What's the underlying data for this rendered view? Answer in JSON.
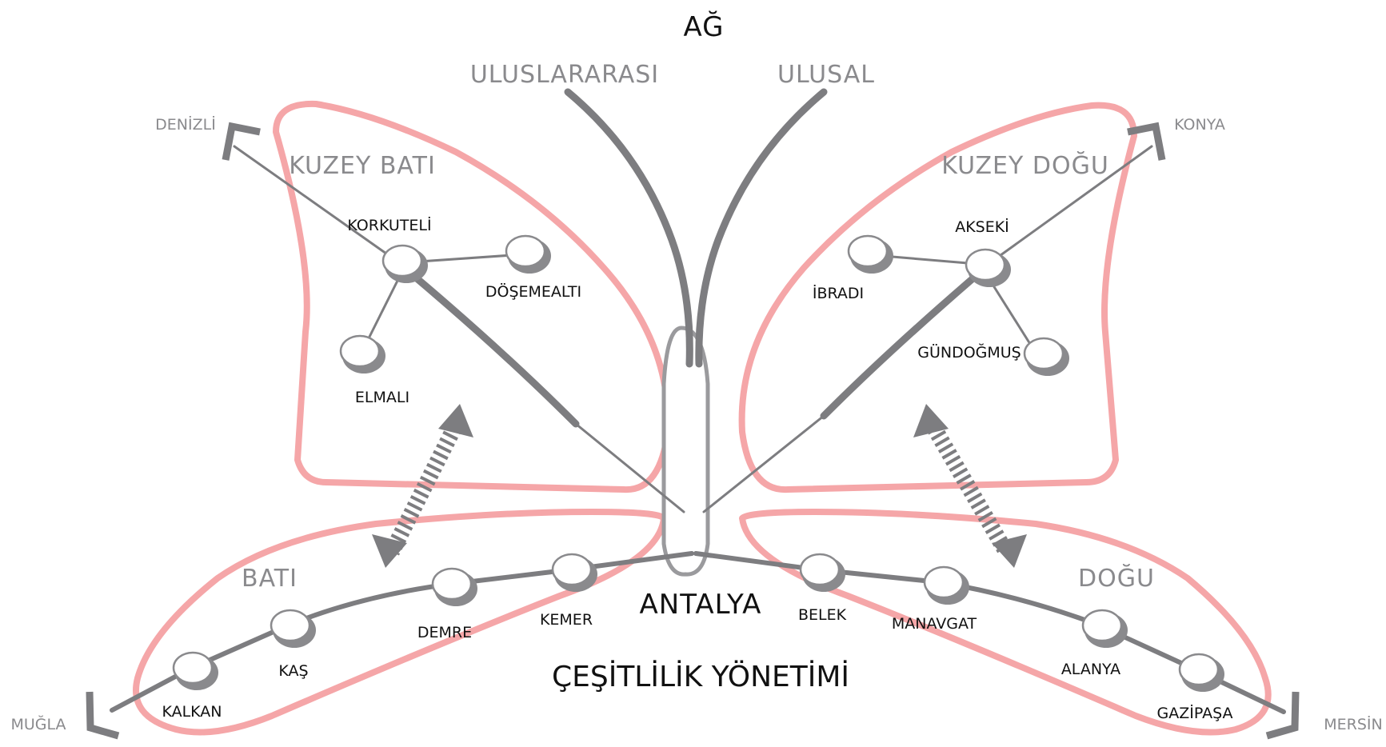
{
  "titles": {
    "top": "AĞ",
    "international": "ULUSLARARASI",
    "national": "ULUSAL",
    "center": "ANTALYA",
    "bottom": "ÇEŞİTLİLİK YÖNETİMİ"
  },
  "regions": {
    "north_west": "KUZEY BATI",
    "north_east": "KUZEY DOĞU",
    "west": "BATI",
    "east": "DOĞU"
  },
  "neighbors": {
    "denizli": "DENİZLİ",
    "konya": "KONYA",
    "mugla": "MUĞLA",
    "mersin": "MERSİN"
  },
  "nodes": {
    "korkuteli": "KORKUTELİ",
    "dosemealti": "DÖŞEMEALTI",
    "elmali": "ELMALI",
    "akseki": "AKSEKİ",
    "ibradi": "İBRADI",
    "gundogmus": "GÜNDOĞMUŞ",
    "kemer": "KEMER",
    "demre": "DEMRE",
    "kas": "KAŞ",
    "kalkan": "KALKAN",
    "belek": "BELEK",
    "manavgat": "MANAVGAT",
    "alanya": "ALANYA",
    "gazipasa": "GAZİPAŞA"
  },
  "colors": {
    "wing_outline": "#f5a6a8",
    "network_gray": "#7d7d80",
    "text_black": "#111111",
    "text_gray": "#8a8a8d"
  }
}
